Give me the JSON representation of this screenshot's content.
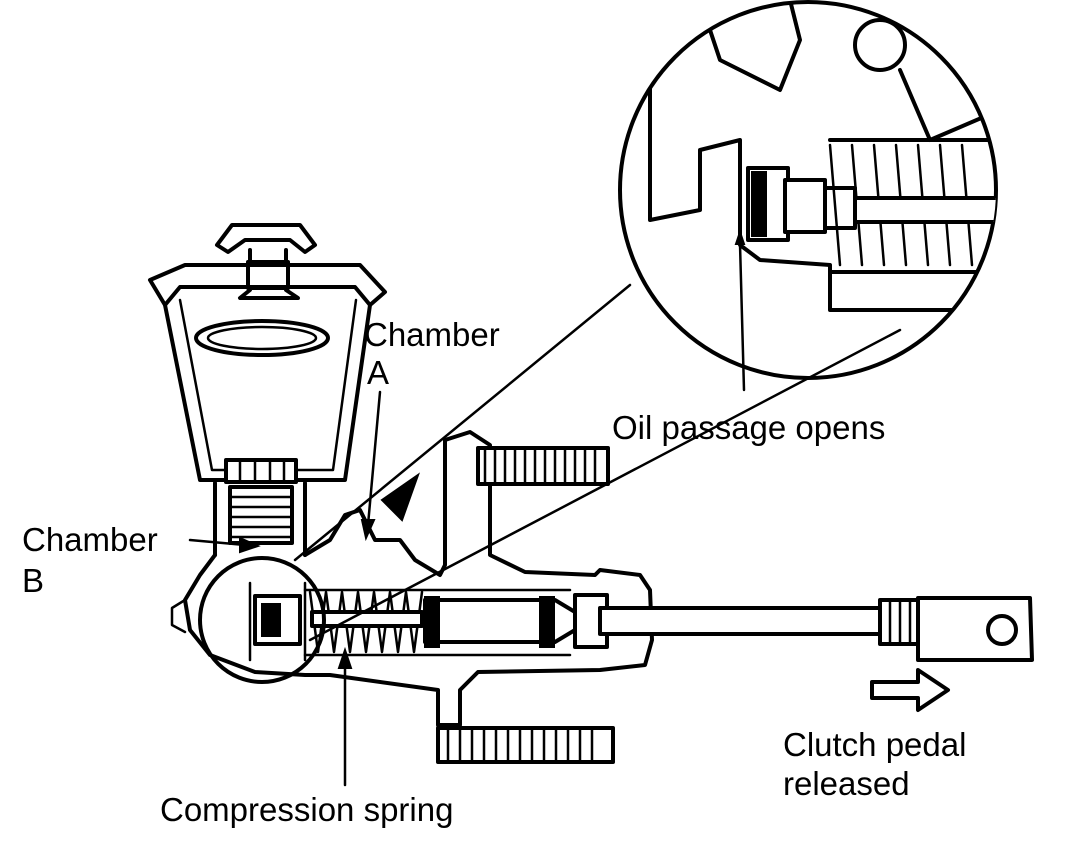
{
  "labels": {
    "chamber_a_line1": "Chamber",
    "chamber_a_line2": "A",
    "chamber_b_line1": "Chamber",
    "chamber_b_line2": "B",
    "oil_passage": "Oil passage opens",
    "compression_spring": "Compression spring",
    "clutch_line1": "Clutch pedal",
    "clutch_line2": "released"
  }
}
